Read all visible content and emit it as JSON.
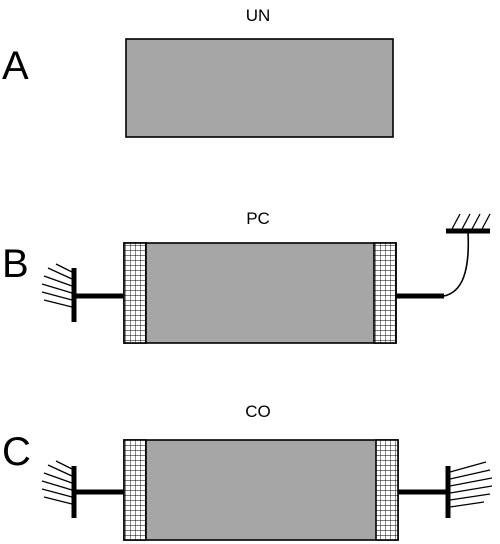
{
  "panels": [
    {
      "letter": "A",
      "label": "UN"
    },
    {
      "letter": "B",
      "label": "PC"
    },
    {
      "letter": "C",
      "label": "CO"
    }
  ],
  "colors": {
    "body_fill": "#a6a6a6",
    "outline": "#000000",
    "grip_fill": "#ffffff"
  }
}
